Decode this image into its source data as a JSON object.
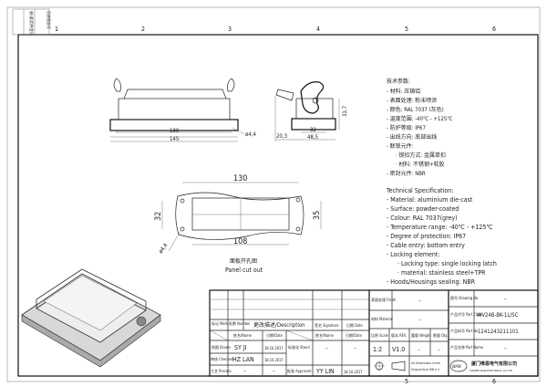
{
  "frame": {
    "zones": [
      "1",
      "2",
      "3",
      "4",
      "5",
      "6"
    ]
  },
  "side_strip": {
    "labels": [
      "借(通)用件登记",
      "旧底图总号"
    ]
  },
  "front_view": {
    "dim_inner": "130",
    "dim_outer": "145",
    "hole": "ø4,4"
  },
  "side_view": {
    "dim_height": "31,7",
    "dim_offset": "20,3",
    "dim_width": "48,5",
    "dim_inner": "32"
  },
  "cutout": {
    "dim_top": "130",
    "dim_bottom": "108",
    "dim_left": "32",
    "dim_right": "35",
    "hole": "ø4,4",
    "title_cn": "面板开孔图",
    "title_en": "Panel cut out"
  },
  "spec_cn": {
    "heading": "技术参数:",
    "lines": [
      "- 材料: 压铸铝",
      "- 表面处理: 粉末喷涂",
      "- 颜色: RAL 7037 (灰色)",
      "- 温度范围: -40℃ - +125℃",
      "- 防护等级: IP67",
      "- 出线方向: 底部出线",
      "- 联锁元件:",
      "· 锁扣方式: 金属单扣",
      "· 材料: 不锈钢+软胶",
      "- 密封元件: NBR"
    ]
  },
  "spec_en": {
    "heading": "Technical Specification:",
    "lines": [
      "- Material: aluminium die-cast",
      "- Surface: powder-coated",
      "- Colour: RAL 7037(grey)",
      "- Temperature range: -40℃ - +125℃",
      "- Degree of protection: IP67",
      "- Cable entry: bottom entry",
      "- Locking element:",
      "· Locking type: single locking latch",
      "· material: stainless steel+TPR",
      "- Hoods/Housings sealing: NBR"
    ]
  },
  "title_block": {
    "mark": "标记 Mark",
    "number": "处数 Number",
    "description": "更改描述/Description",
    "signature": "签名 Signature",
    "date": "日期 Date",
    "name_hdr": "姓名/Name",
    "date_hdr": "日期/Date",
    "drawn": "绘图 Drawn",
    "drawn_name": "SY JI",
    "drawn_date": "18.10.2017",
    "checked": "审核 Checked",
    "checked_name": "HZ LAN",
    "checked_date": "18.10.2017",
    "process": "工艺 Process",
    "process_name": "–",
    "process_date": "–",
    "stand": "标准化 Stand",
    "stand_name": "–",
    "stand_date": "–",
    "approved": "批准 Approved",
    "approved_name": "YY LIN",
    "approved_date": "18.10.2017",
    "finish": "表面处理 Finish",
    "finish_value": "–",
    "material": "材料 Material",
    "material_value": "–",
    "scale": "比例 Scale",
    "scale_value": "1:2",
    "rev": "版本 REV.",
    "rev_value": "V1.0",
    "weight": "重量 Weight",
    "weight_value": "–",
    "qty": "数量 Qty.",
    "qty_value": "–",
    "units1": "All Dimensions in mm",
    "units2": "Original Size DIN A 4",
    "drawing_no": "图号 Drawing No.",
    "drawing_no_value": "–",
    "part_code": "产品代号 Part Code",
    "part_code_value": "WV24B-BK-1L/SC",
    "part_no": "产品料号 Part No.",
    "part_no_value": "1241243211101",
    "part_name": "产品名称 Part Name",
    "part_name_value": "–",
    "logo": "WAIN",
    "company_cn": "厦门唯恩电气有限公司",
    "company_en": "XIAMEN WAIN ELECTRICAL CO.,LTD"
  }
}
